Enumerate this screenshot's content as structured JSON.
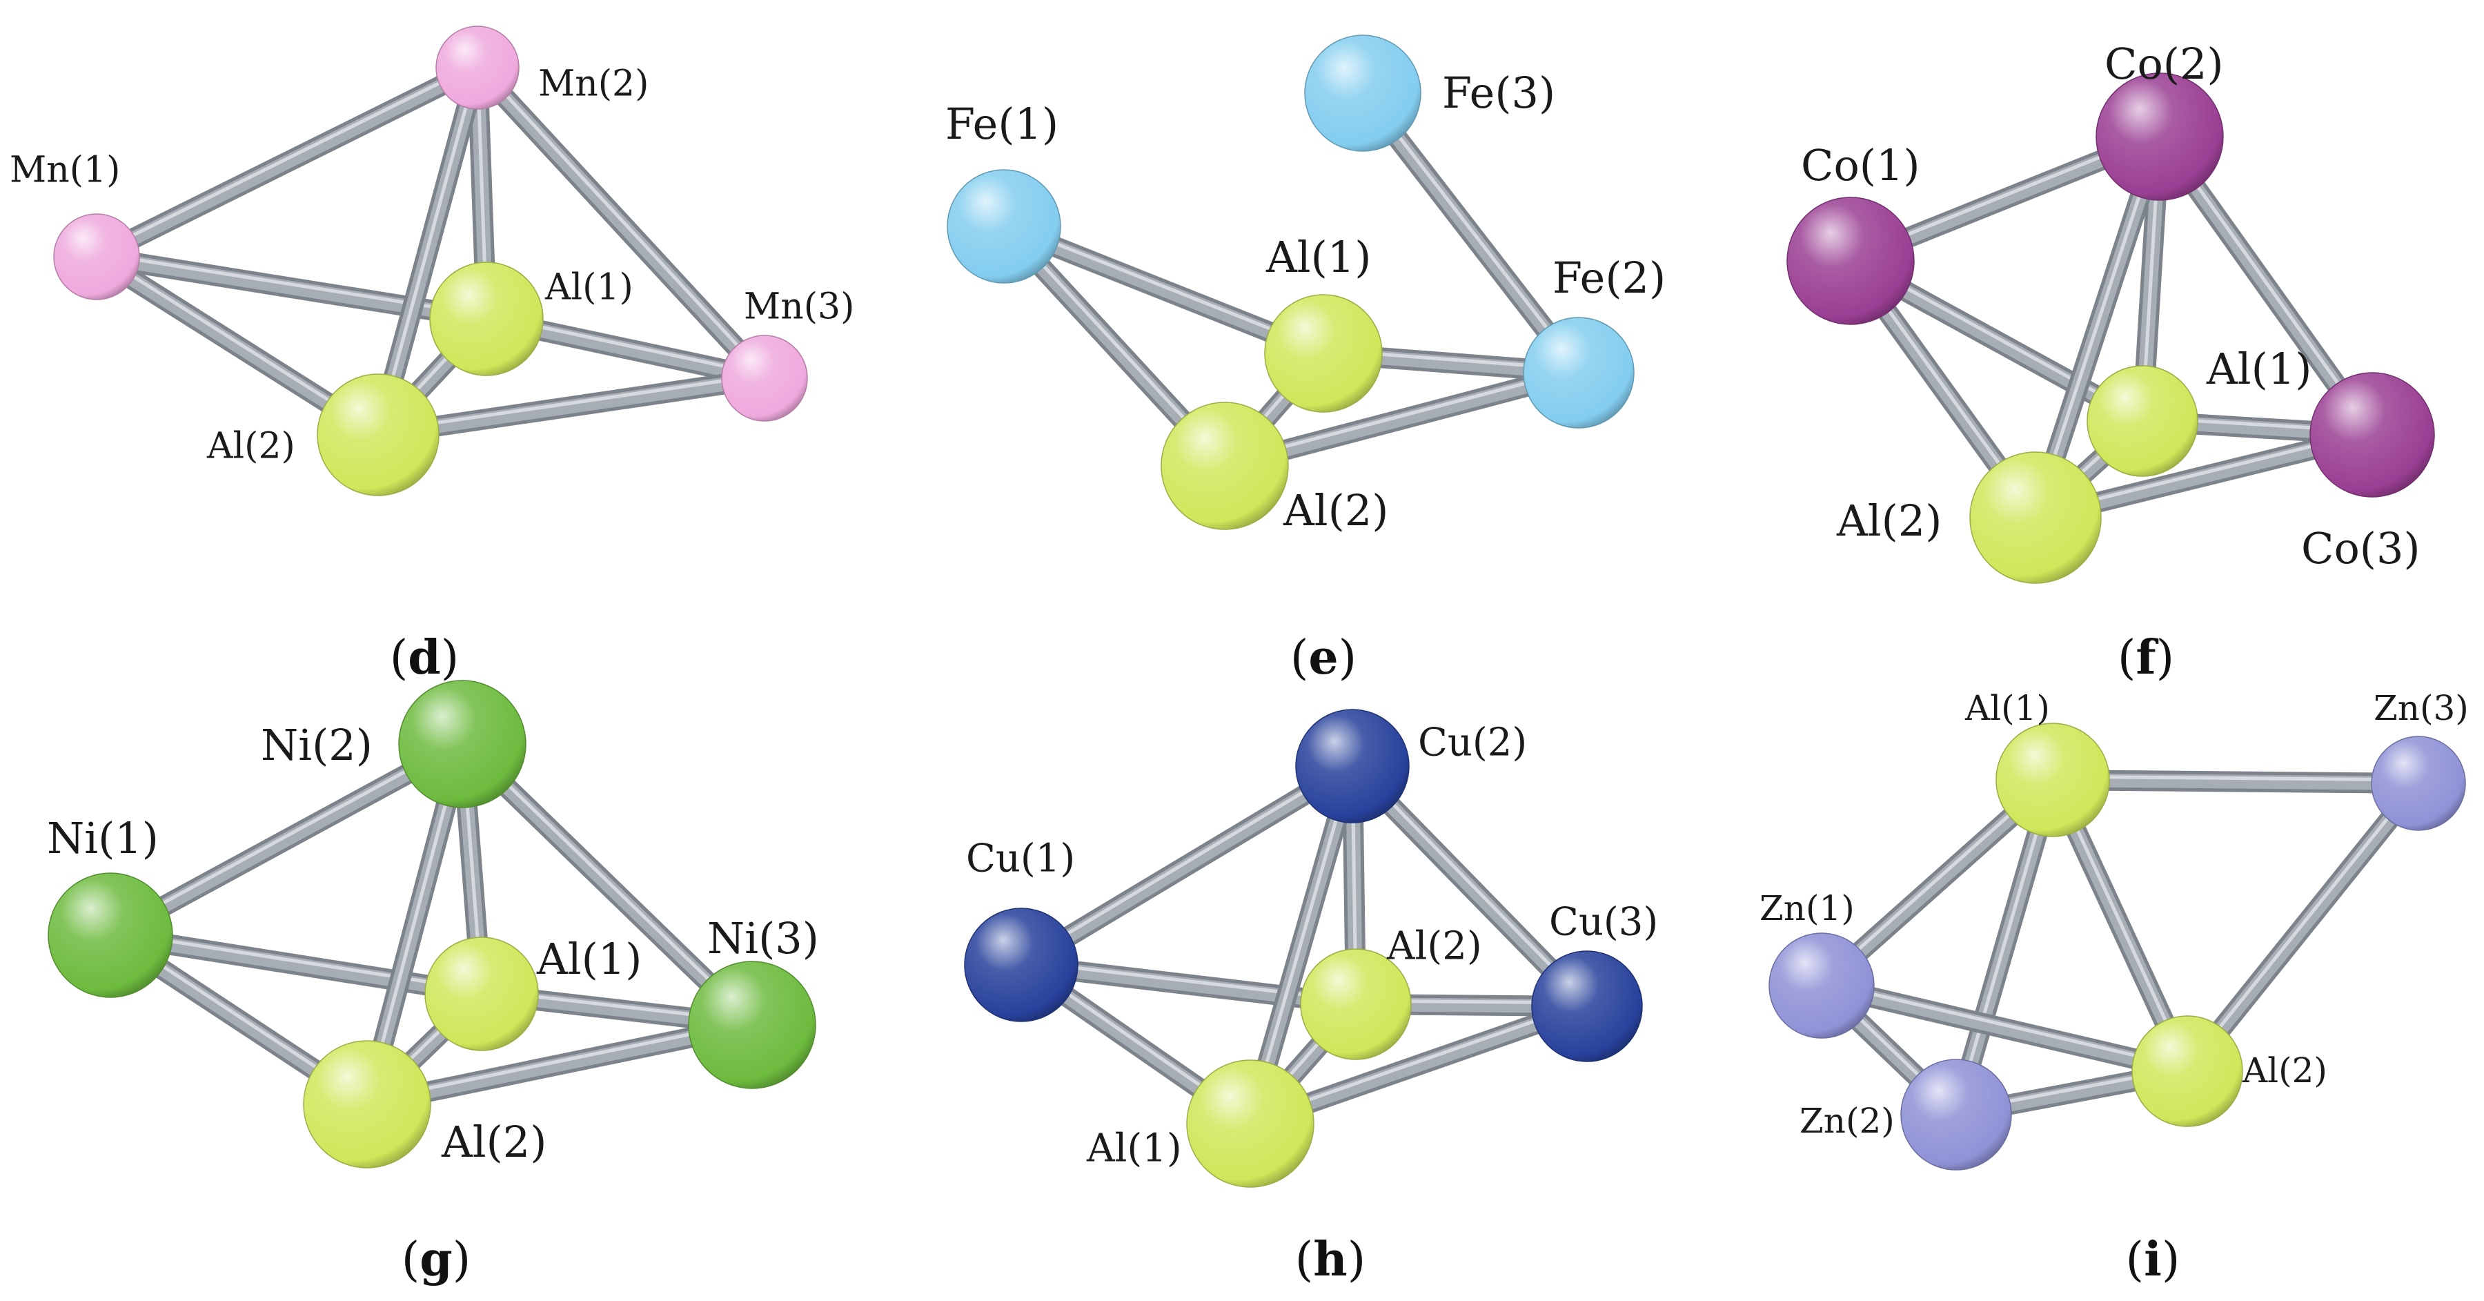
{
  "colors": {
    "Mn": "#efa9dd",
    "Fe": "#83cdef",
    "Co": "#9a3f93",
    "Ni": "#6dbb3e",
    "Cu": "#28419b",
    "Zn": "#8f92d6",
    "Al": "#cfe75a",
    "bond": "#a7adb5"
  },
  "panels": [
    {
      "id": "d",
      "label_main": "d",
      "atoms": [
        {
          "key": "mn1",
          "el": "Mn",
          "label": "Mn(1)"
        },
        {
          "key": "mn2",
          "el": "Mn",
          "label": "Mn(2)"
        },
        {
          "key": "mn3",
          "el": "Mn",
          "label": "Mn(3)"
        },
        {
          "key": "al1",
          "el": "Al",
          "label": "Al(1)"
        },
        {
          "key": "al2",
          "el": "Al",
          "label": "Al(2)"
        }
      ]
    },
    {
      "id": "e",
      "label_main": "e",
      "atoms": [
        {
          "key": "fe1",
          "el": "Fe",
          "label": "Fe(1)"
        },
        {
          "key": "fe2",
          "el": "Fe",
          "label": "Fe(2)"
        },
        {
          "key": "fe3",
          "el": "Fe",
          "label": "Fe(3)"
        },
        {
          "key": "al1",
          "el": "Al",
          "label": "Al(1)"
        },
        {
          "key": "al2",
          "el": "Al",
          "label": "Al(2)"
        }
      ]
    },
    {
      "id": "f",
      "label_main": "f",
      "atoms": [
        {
          "key": "co1",
          "el": "Co",
          "label": "Co(1)"
        },
        {
          "key": "co2",
          "el": "Co",
          "label": "Co(2)"
        },
        {
          "key": "co3",
          "el": "Co",
          "label": "Co(3)"
        },
        {
          "key": "al1",
          "el": "Al",
          "label": "Al(1)"
        },
        {
          "key": "al2",
          "el": "Al",
          "label": "Al(2)"
        }
      ]
    },
    {
      "id": "g",
      "label_main": "g",
      "atoms": [
        {
          "key": "ni1",
          "el": "Ni",
          "label": "Ni(1)"
        },
        {
          "key": "ni2",
          "el": "Ni",
          "label": "Ni(2)"
        },
        {
          "key": "ni3",
          "el": "Ni",
          "label": "Ni(3)"
        },
        {
          "key": "al1",
          "el": "Al",
          "label": "Al(1)"
        },
        {
          "key": "al2",
          "el": "Al",
          "label": "Al(2)"
        }
      ]
    },
    {
      "id": "h",
      "label_main": "h",
      "atoms": [
        {
          "key": "cu1",
          "el": "Cu",
          "label": "Cu(1)"
        },
        {
          "key": "cu2",
          "el": "Cu",
          "label": "Cu(2)"
        },
        {
          "key": "cu3",
          "el": "Cu",
          "label": "Cu(3)"
        },
        {
          "key": "al2",
          "el": "Al",
          "label": "Al(2)"
        },
        {
          "key": "al1",
          "el": "Al",
          "label": "Al(1)"
        }
      ]
    },
    {
      "id": "i",
      "label_main": "i",
      "atoms": [
        {
          "key": "al1",
          "el": "Al",
          "label": "Al(1)"
        },
        {
          "key": "zn3",
          "el": "Zn",
          "label": "Zn(3)"
        },
        {
          "key": "zn1",
          "el": "Zn",
          "label": "Zn(1)"
        },
        {
          "key": "zn2",
          "el": "Zn",
          "label": "Zn(2)"
        },
        {
          "key": "al2",
          "el": "Al",
          "label": "Al(2)"
        }
      ]
    }
  ]
}
